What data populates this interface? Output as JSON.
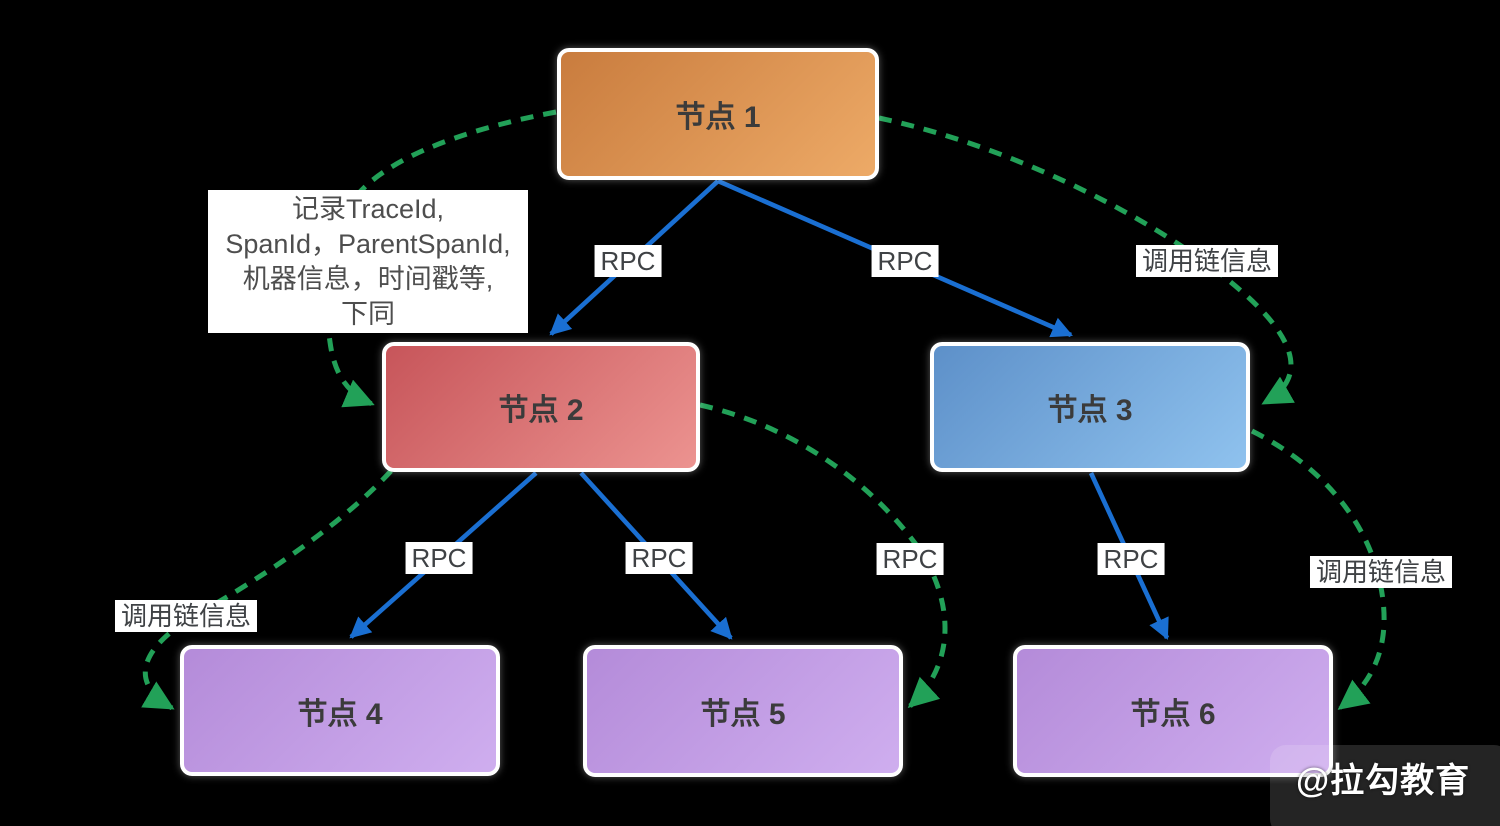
{
  "diagram": {
    "nodes": [
      {
        "id": "node-1",
        "label": "节点 1",
        "color": "orange-gradient"
      },
      {
        "id": "node-2",
        "label": "节点 2",
        "color": "red-gradient"
      },
      {
        "id": "node-3",
        "label": "节点 3",
        "color": "blue-gradient"
      },
      {
        "id": "node-4",
        "label": "节点 4",
        "color": "purple-gradient"
      },
      {
        "id": "node-5",
        "label": "节点 5",
        "color": "purple-gradient"
      },
      {
        "id": "node-6",
        "label": "节点 6",
        "color": "purple-gradient"
      }
    ],
    "labels": {
      "rpc": "RPC",
      "trace_info": "调用链信息"
    },
    "rpc_edges": [
      "节点 1 → 节点 2",
      "节点 1 → 节点 3",
      "节点 2 → 节点 4",
      "节点 2 → 节点 5",
      "节点 3 → 节点 6"
    ],
    "trace_edges": [
      "节点 1 ⇢ 节点 2",
      "节点 1 ⇢ 节点 3",
      "节点 2 ⇢ 节点 4",
      "节点 2 ⇢ 节点 5",
      "节点 3 ⇢ 节点 6"
    ],
    "annotation": {
      "line1": "记录TraceId,",
      "line2": "SpanId，ParentSpanId,",
      "line3": "机器信息，时间戳等,",
      "line4": "下同"
    },
    "watermark": {
      "text": "@拉勾教育"
    },
    "colors": {
      "background": "#000000",
      "rpc_arrow": "#1a6fd2",
      "trace_arrow": "#22a158",
      "node_text": "#3b3b3b",
      "label_bg": "#ffffff",
      "label_text": "#3f4245",
      "node1_gradient": [
        "#c97c3e",
        "#edaa67"
      ],
      "node2_gradient": [
        "#c7555a",
        "#ec9390"
      ],
      "node3_gradient": [
        "#5d90c9",
        "#8fc2ee"
      ],
      "node456_gradient": [
        "#b48bd9",
        "#cfaeef"
      ]
    }
  }
}
